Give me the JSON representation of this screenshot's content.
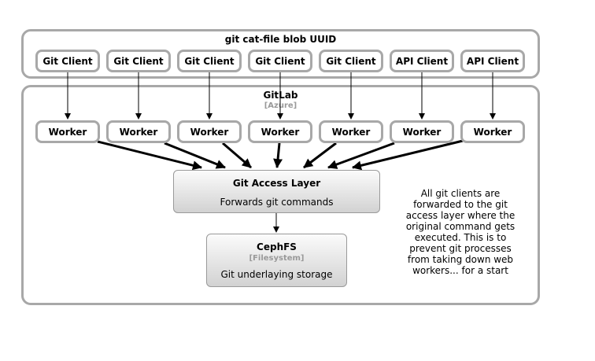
{
  "outer": {
    "title": "git cat-file blob UUID"
  },
  "clients": [
    "Git Client",
    "Git Client",
    "Git Client",
    "Git Client",
    "Git Client",
    "API Client",
    "API Client"
  ],
  "gitlab": {
    "title": "GitLab",
    "subtitle": "[Azure]"
  },
  "workers": [
    "Worker",
    "Worker",
    "Worker",
    "Worker",
    "Worker",
    "Worker",
    "Worker"
  ],
  "access_layer": {
    "title": "Git Access Layer",
    "description": "Forwards git commands"
  },
  "cephfs": {
    "title": "CephFS",
    "subtitle": "[Filesystem]",
    "description": "Git underlaying storage"
  },
  "note": {
    "lines": [
      "All git clients are",
      "forwarded to the git",
      "access layer where the",
      "original command gets",
      "executed. This is to",
      "prevent git processes",
      "from taking down web",
      "workers... for a start"
    ]
  }
}
